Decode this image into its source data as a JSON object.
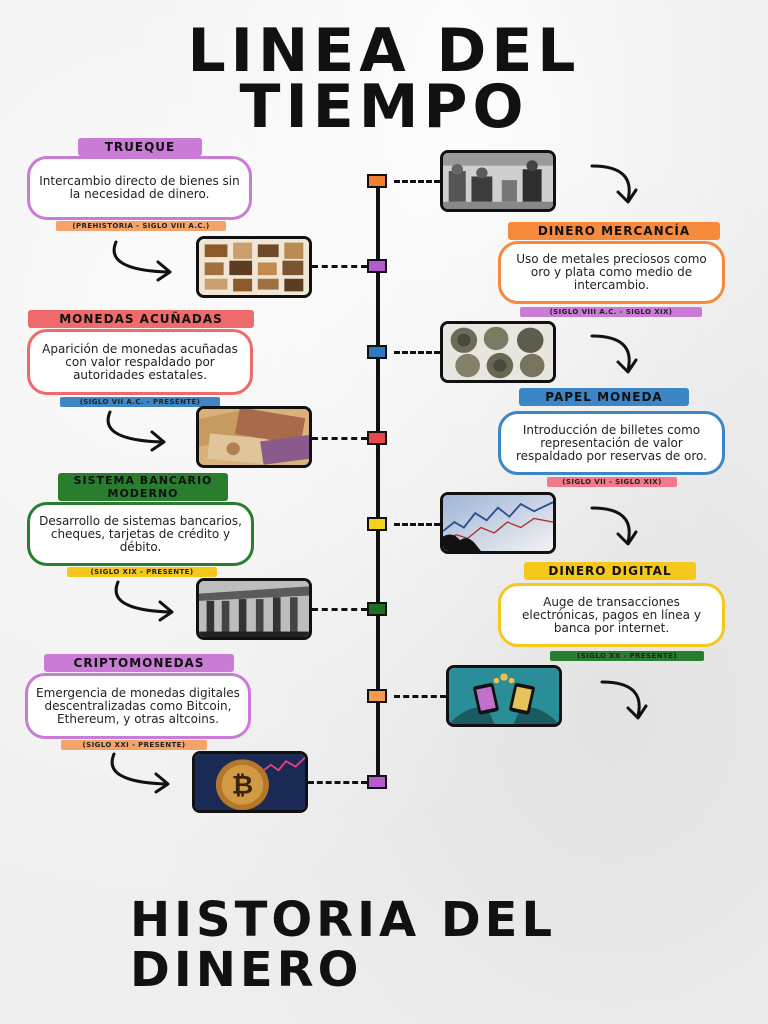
{
  "header": {
    "title_line1": "LINEA DEL",
    "title_line2": "TIEMPO"
  },
  "footer": {
    "title_line1": "HISTORIA DEL",
    "title_line2": "DINERO"
  },
  "events": [
    {
      "label": "TRUEQUE",
      "description": "Intercambio directo de bienes sin la necesidad de dinero.",
      "period": "(PREHISTORIA - SIGLO VIII A.C.)",
      "color": "#c97bd6",
      "border_color": "#c97bd6",
      "period_color": "#f4a46b",
      "marker_color": "#f37f2e",
      "image_icon": "barter-engraving-icon"
    },
    {
      "label": "DINERO MERCANCÍA",
      "description": "Uso de metales preciosos como oro y plata como medio de intercambio.",
      "period": "(SIGLO VIII A.C. - SIGLO XIX)",
      "color": "#f58a3c",
      "border_color": "#f58a3c",
      "period_color": "#c97bd6",
      "marker_color": "#b35cd0",
      "image_icon": "commodity-goods-icon"
    },
    {
      "label": "MONEDAS ACUÑADAS",
      "description": "Aparición de monedas acuñadas con valor respaldado por autoridades estatales.",
      "period": "(SIGLO VII A.C. - PRESENTE)",
      "color": "#ef6a6a",
      "border_color": "#ef6a6a",
      "period_color": "#3d86c6",
      "marker_color": "#2f78c2",
      "image_icon": "ancient-coins-icon"
    },
    {
      "label": "PAPEL MONEDA",
      "description": "Introducción de billetes como representación de valor respaldado por reservas de oro.",
      "period": "(SIGLO VII - SIGLO XIX)",
      "color": "#3d86c6",
      "border_color": "#3d86c6",
      "period_color": "#f07a8a",
      "marker_color": "#e84a4a",
      "image_icon": "banknotes-icon"
    },
    {
      "label": "SISTEMA BANCARIO MODERNO",
      "description": "Desarrollo de sistemas bancarios, cheques, tarjetas de crédito y débito.",
      "period": "(SIGLO XIX - PRESENTE)",
      "color": "#2a7d2e",
      "border_color": "#2a7d2e",
      "period_color": "#f6c81c",
      "marker_color": "#f6d21c",
      "image_icon": "market-chart-icon"
    },
    {
      "label": "DINERO DIGITAL",
      "description": "Auge de transacciones electrónicas, pagos en línea y banca por internet.",
      "period": "(SIGLO XX - PRESENTE)",
      "color": "#f6c81c",
      "border_color": "#f6c81c",
      "period_color": "#2a7d2e",
      "marker_color": "#1f6e23",
      "image_icon": "bank-building-icon"
    },
    {
      "label": "CRIPTOMONEDAS",
      "description": "Emergencia de monedas digitales descentralizadas como Bitcoin, Ethereum, y otras altcoins.",
      "period": "(SIGLO XXI - PRESENTE)",
      "color": "#c97bd6",
      "border_color": "#c97bd6",
      "period_color": "#f4a46b",
      "marker_color": "#f39a4e",
      "image_icon": "mobile-payment-icon"
    }
  ],
  "last_marker": {
    "color": "#b35cd0",
    "image_icon": "bitcoin-icon"
  }
}
